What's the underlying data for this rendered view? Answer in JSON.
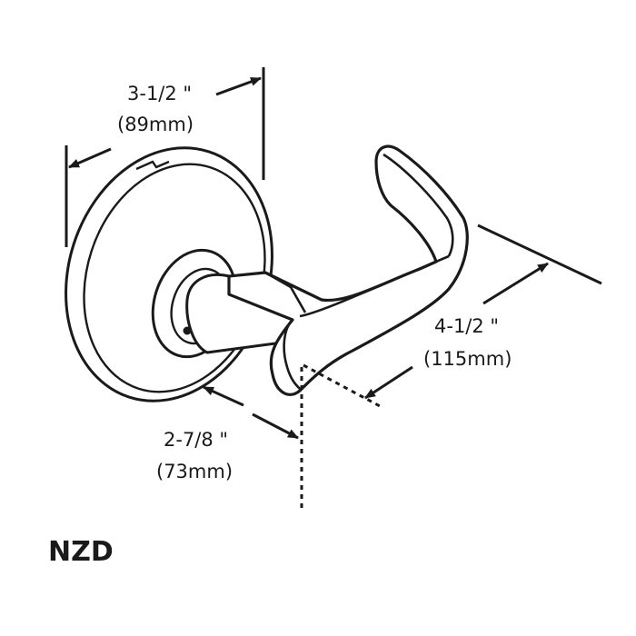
{
  "model": "NZD",
  "dimensions": {
    "rose_diameter": {
      "imperial": "3-1/2 \"",
      "metric": "(89mm)"
    },
    "projection": {
      "imperial": "2-7/8 \"",
      "metric": "(73mm)"
    },
    "lever_length": {
      "imperial": "4-1/2 \"",
      "metric": "(115mm)"
    }
  },
  "colors": {
    "line": "#1a1a1a",
    "background": "#ffffff"
  }
}
